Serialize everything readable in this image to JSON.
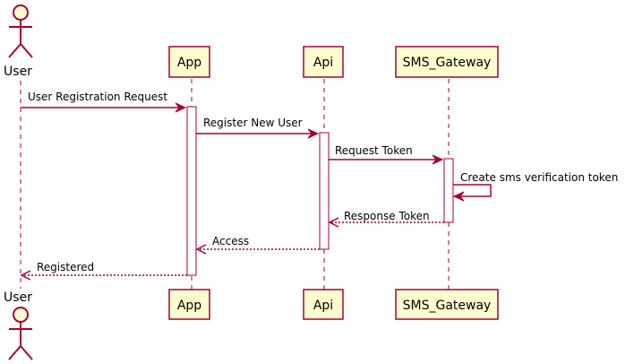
{
  "colors": {
    "line": "#A80036",
    "participant_fill": "#FEFECE",
    "activation_fill": "#FFFFFF",
    "text": "#000000"
  },
  "participants": {
    "user": "User",
    "app": "App",
    "api": "Api",
    "sms_gateway": "SMS_Gateway"
  },
  "messages": [
    {
      "from": "User",
      "to": "App",
      "label": "User Registration Request",
      "style": "solid"
    },
    {
      "from": "App",
      "to": "Api",
      "label": "Register New User",
      "style": "solid"
    },
    {
      "from": "Api",
      "to": "SMS_Gateway",
      "label": "Request Token",
      "style": "solid"
    },
    {
      "from": "SMS_Gateway",
      "to": "SMS_Gateway",
      "label": "Create sms verification token",
      "style": "solid"
    },
    {
      "from": "SMS_Gateway",
      "to": "Api",
      "label": "Response Token",
      "style": "dashed"
    },
    {
      "from": "Api",
      "to": "App",
      "label": "Access",
      "style": "dashed"
    },
    {
      "from": "App",
      "to": "User",
      "label": "Registered",
      "style": "dashed"
    }
  ]
}
